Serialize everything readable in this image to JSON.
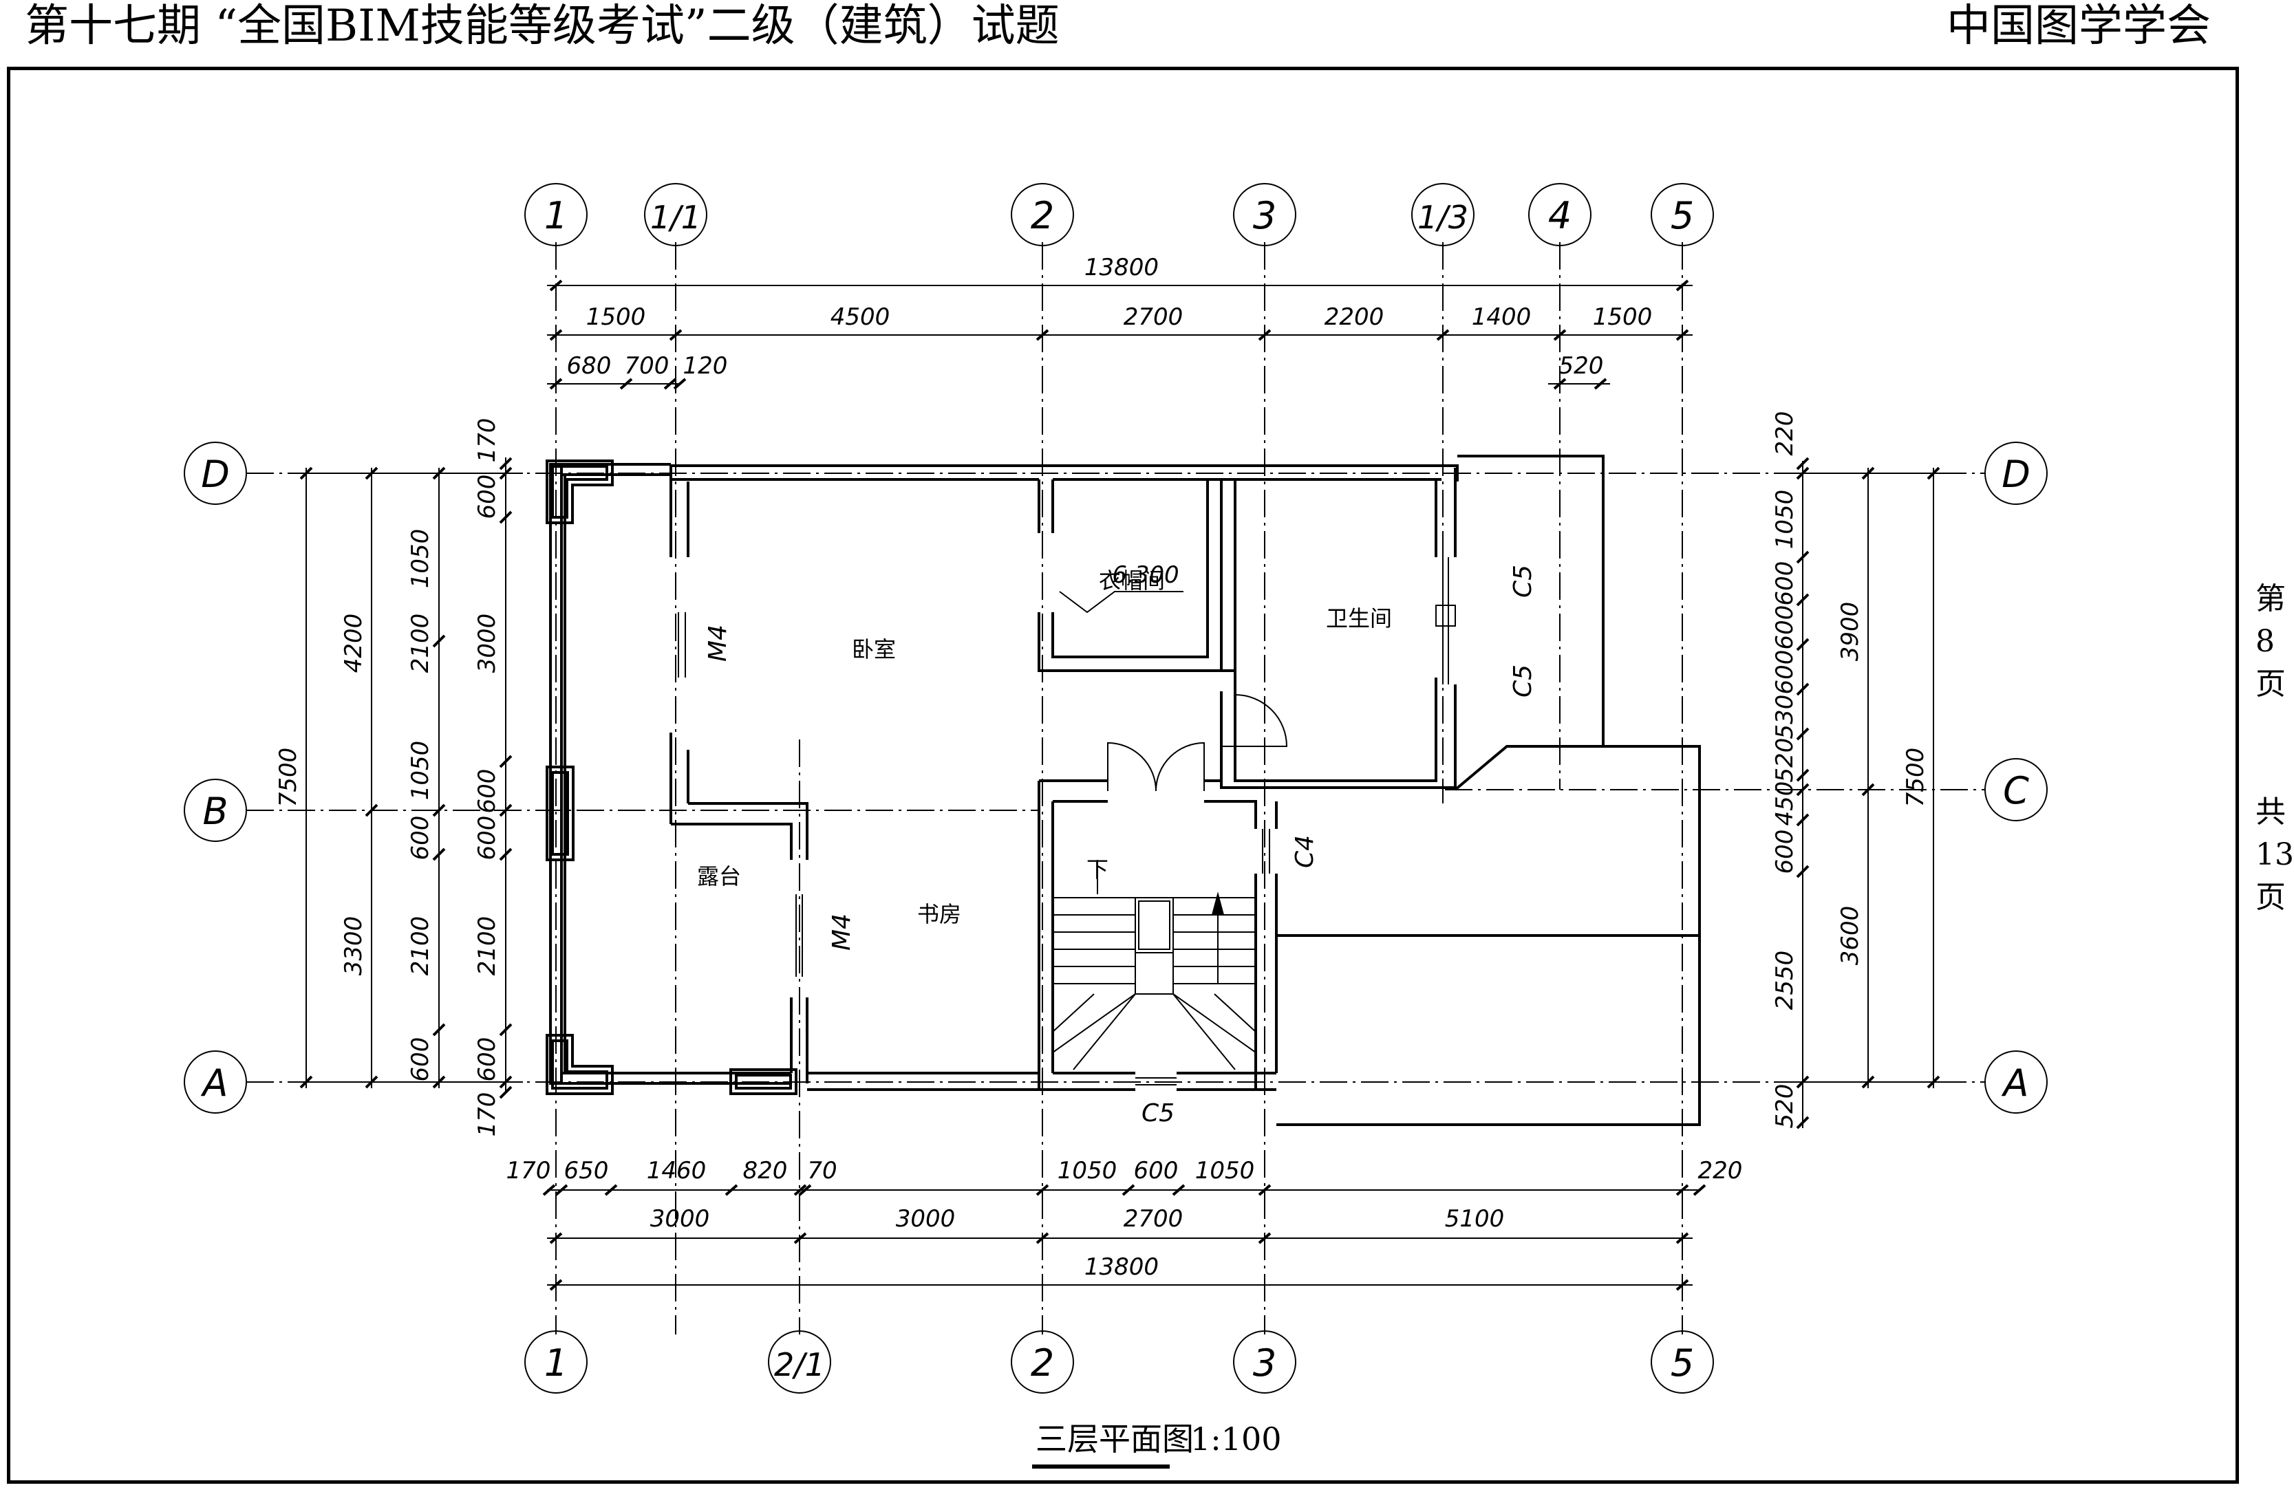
{
  "header": {
    "title": "第十七期 “全国BIM技能等级考试”二级（建筑）试题",
    "org": "中国图学学会"
  },
  "page": {
    "current_prefix": "第",
    "current_num": "8",
    "current_suffix": "页",
    "total_prefix": "共",
    "total_num": "13",
    "total_suffix": "页"
  },
  "drawing": {
    "title": "三层平面图",
    "scale": "1:100",
    "level": "6.300",
    "down_label": "下"
  },
  "axes": {
    "top": [
      "1",
      "1/1",
      "2",
      "3",
      "1/3",
      "4",
      "5"
    ],
    "bottom": [
      "1",
      "2/1",
      "2",
      "3",
      "5"
    ],
    "left": [
      "D",
      "B",
      "A"
    ],
    "right": [
      "D",
      "C",
      "A"
    ]
  },
  "rooms": {
    "bedroom": "卧室",
    "closet": "衣帽间",
    "bathroom": "卫生间",
    "terrace": "露台",
    "study": "书房"
  },
  "openings": {
    "door_m4_a": "M4",
    "door_m4_b": "M4",
    "win_c5_a": "C5",
    "win_c5_b": "C5",
    "win_c5_c": "C5",
    "win_c4": "C4"
  },
  "dims": {
    "top_total": "13800",
    "top_seg": [
      "1500",
      "4500",
      "2700",
      "2200",
      "1400",
      "1500"
    ],
    "top_detail": [
      "680",
      "700",
      "120",
      "520"
    ],
    "bot_detail": [
      "170",
      "650",
      "1460",
      "820",
      "70",
      "1050",
      "600",
      "1050",
      "220"
    ],
    "bot_seg": [
      "3000",
      "3000",
      "2700",
      "5100"
    ],
    "bot_total": "13800",
    "left_outer": "7500",
    "left_mid": [
      "4200",
      "3300"
    ],
    "left_inner": [
      "1050",
      "2100",
      "1050",
      "600",
      "2100",
      "600"
    ],
    "left_wall": [
      "170",
      "600",
      "3000",
      "600",
      "600",
      "2100",
      "600",
      "170"
    ],
    "right_wall": [
      "220",
      "1050",
      "600",
      "600",
      "600",
      "530",
      "520",
      "450",
      "600",
      "2550",
      "520"
    ],
    "right_mid": [
      "3900",
      "3600"
    ],
    "right_outer": "7500"
  }
}
